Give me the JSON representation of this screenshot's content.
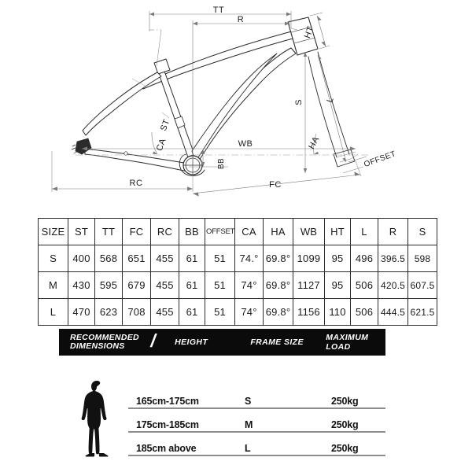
{
  "diagram": {
    "name": "bicycle-frame-geometry-drawing",
    "labels": [
      {
        "key": "TT",
        "text": "TT"
      },
      {
        "key": "R",
        "text": "R"
      },
      {
        "key": "HT",
        "text": "HT"
      },
      {
        "key": "ST",
        "text": "ST"
      },
      {
        "key": "CA",
        "text": "CA"
      },
      {
        "key": "WB",
        "text": "WB"
      },
      {
        "key": "BB",
        "text": "BB"
      },
      {
        "key": "RC",
        "text": "RC"
      },
      {
        "key": "FC",
        "text": "FC"
      },
      {
        "key": "S",
        "text": "S"
      },
      {
        "key": "HA",
        "text": "HA"
      },
      {
        "key": "L",
        "text": "L"
      },
      {
        "key": "OFFSET",
        "text": "OFFSET"
      }
    ]
  },
  "geometry_table": {
    "headers": [
      "SIZE",
      "ST",
      "TT",
      "FC",
      "RC",
      "BB",
      "OFFSET",
      "CA",
      "HA",
      "WB",
      "HT",
      "L",
      "R",
      "S"
    ],
    "rows": [
      [
        "S",
        "400",
        "568",
        "651",
        "455",
        "61",
        "51",
        "74.°",
        "69.8°",
        "1099",
        "95",
        "496",
        "396.5",
        "598"
      ],
      [
        "M",
        "430",
        "595",
        "679",
        "455",
        "61",
        "51",
        "74°",
        "69.8°",
        "1127",
        "95",
        "506",
        "420.5",
        "607.5"
      ],
      [
        "L",
        "470",
        "623",
        "708",
        "455",
        "61",
        "51",
        "74°",
        "69.8°",
        "1156",
        "110",
        "506",
        "444.5",
        "621.5"
      ]
    ]
  },
  "recommended": {
    "title_line1": "RECOMMENDED",
    "title_line2": "DIMENSIONS",
    "slash": "/",
    "columns": [
      "HEIGHT",
      "FRAME SIZE",
      "MAXIMUM LOAD"
    ],
    "rows": [
      {
        "height": "165cm-175cm",
        "frame_size": "S",
        "maximum_load": "250kg"
      },
      {
        "height": "175cm-185cm",
        "frame_size": "M",
        "maximum_load": "250kg"
      },
      {
        "height": "185cm above",
        "frame_size": "L",
        "maximum_load": "250kg"
      }
    ]
  },
  "colors": {
    "background": "#ffffff",
    "line": "#2b2b2b",
    "header_bar": "#0b0b0b",
    "header_text": "#ffffff",
    "rule": "#8c8c8c",
    "figure": "#111111"
  }
}
